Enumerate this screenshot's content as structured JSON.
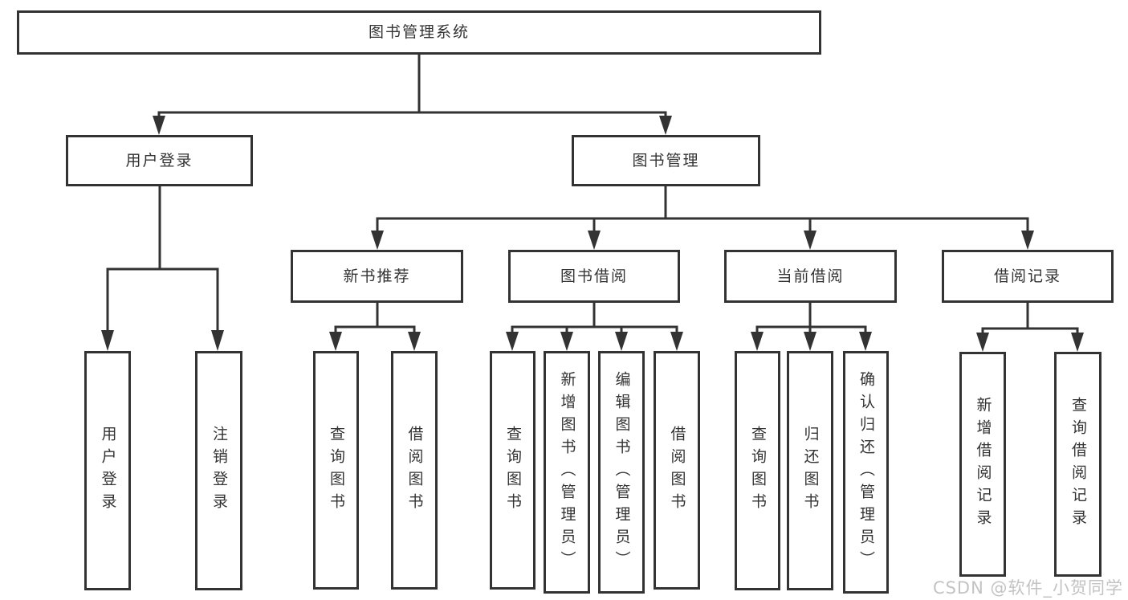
{
  "diagram_type": "hierarchy-flowchart",
  "colors": {
    "line": "#333333",
    "text": "#333333",
    "background": "#ffffff",
    "watermark_text_color": "#c3c3c3"
  },
  "tree": {
    "root": {
      "label": "图书管理系统"
    },
    "branches": [
      {
        "label": "用户登录",
        "children": [
          {
            "label": "用户登录"
          },
          {
            "label": "注销登录"
          }
        ]
      },
      {
        "label": "图书管理",
        "sections": [
          {
            "label": "新书推荐",
            "children": [
              {
                "label": "查询图书"
              },
              {
                "label": "借阅图书"
              }
            ]
          },
          {
            "label": "图书借阅",
            "children": [
              {
                "label": "查询图书"
              },
              {
                "label": "新增图书（管理员）"
              },
              {
                "label": "编辑图书（管理员）"
              },
              {
                "label": "借阅图书"
              }
            ]
          },
          {
            "label": "当前借阅",
            "children": [
              {
                "label": "查询图书"
              },
              {
                "label": "归还图书"
              },
              {
                "label": "确认归还（管理员）"
              }
            ]
          },
          {
            "label": "借阅记录",
            "children": [
              {
                "label": "新增借阅记录"
              },
              {
                "label": "查询借阅记录"
              }
            ]
          }
        ]
      }
    ]
  },
  "watermark": {
    "text": "CSDN @软件_小贺同学"
  }
}
